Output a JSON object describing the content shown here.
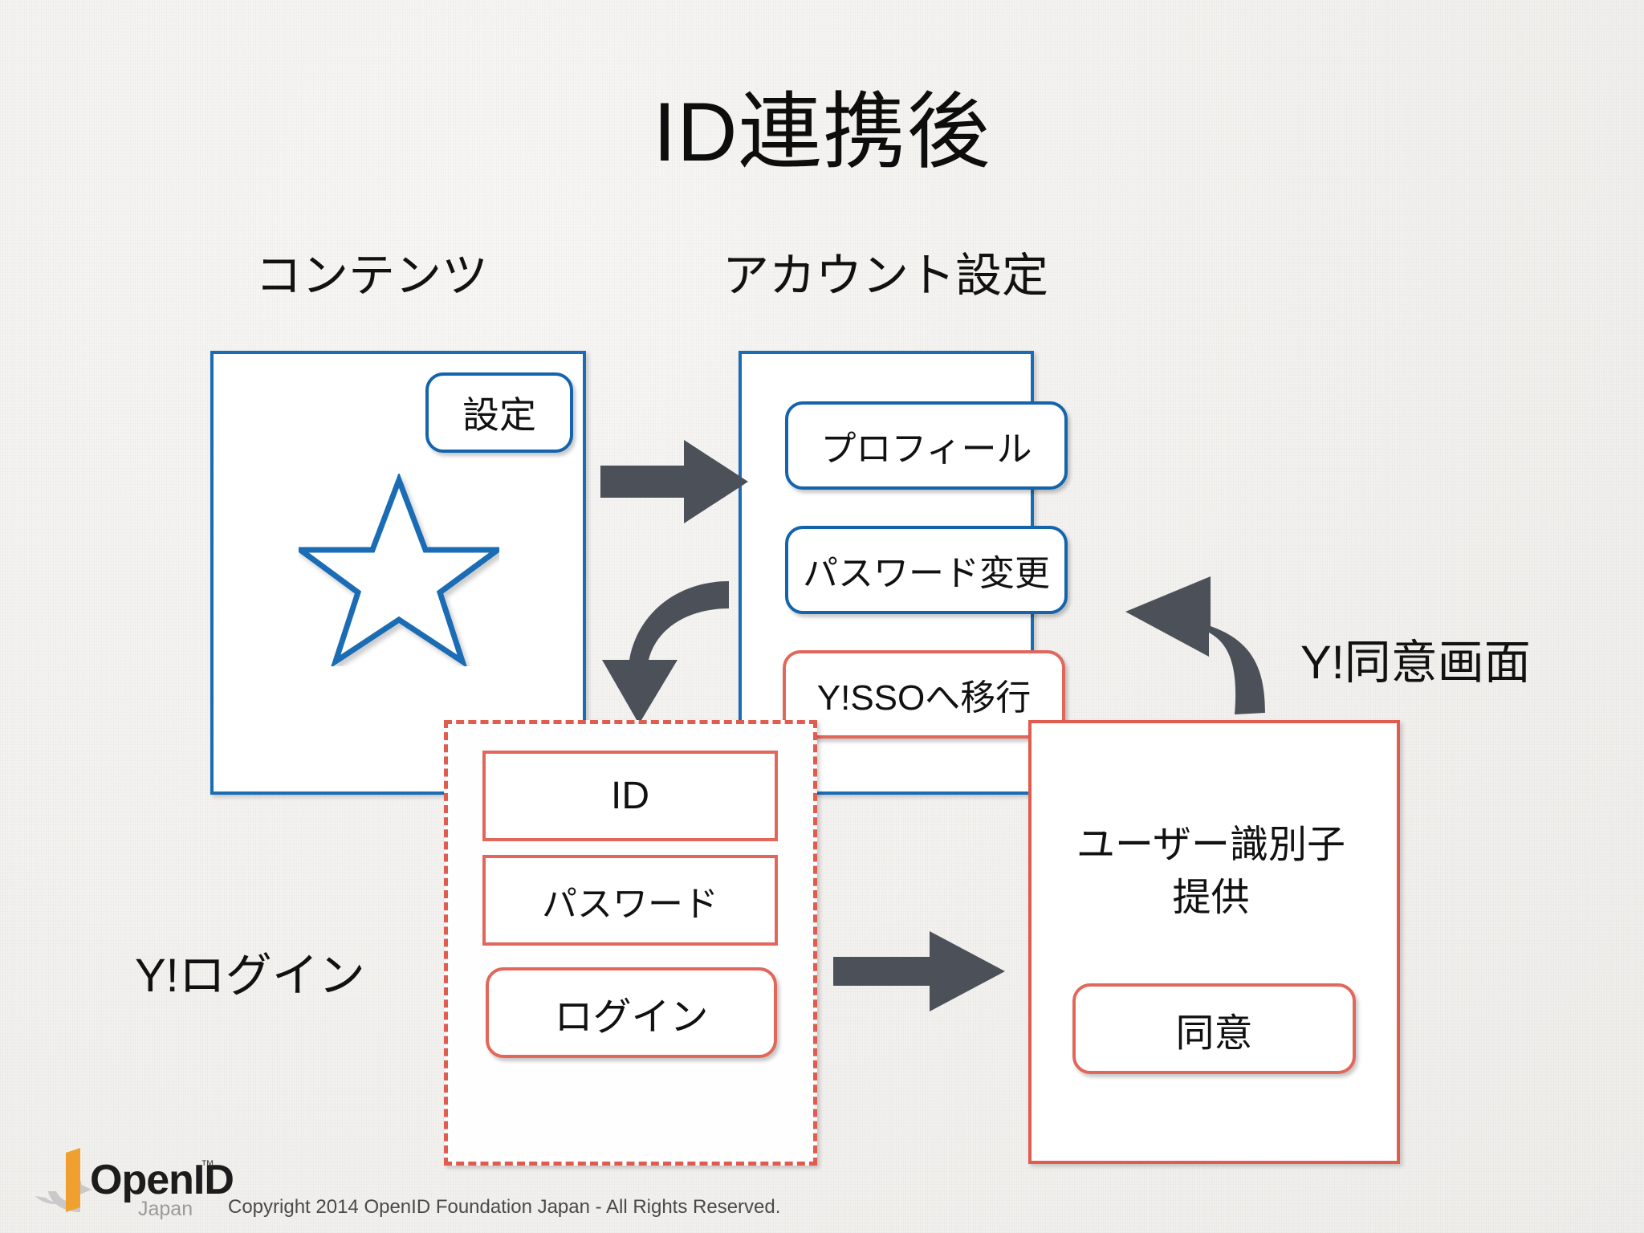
{
  "slide": {
    "title": "ID連携後",
    "background_color": "#f3f2f0"
  },
  "colors": {
    "blue": "#1464ad",
    "red": "#e2675b",
    "arrow_gray": "#4c5059",
    "text": "#111111"
  },
  "captions": {
    "contents": "コンテンツ",
    "account_settings": "アカウント設定",
    "yahoo_consent_screen": "Y!同意画面",
    "yahoo_login": "Y!ログイン"
  },
  "contents_panel": {
    "settings_button": "設定",
    "star_icon": "star-icon"
  },
  "account_panel": {
    "items": [
      {
        "label": "プロフィール",
        "color": "blue"
      },
      {
        "label": "パスワード変更",
        "color": "blue"
      },
      {
        "label": "Y!SSOへ移行",
        "color": "red"
      }
    ]
  },
  "login_panel": {
    "id_field": "ID",
    "password_field": "パスワード",
    "login_button": "ログイン"
  },
  "consent_panel": {
    "line1": "ユーザー識別子",
    "line2": "提供",
    "agree_button": "同意"
  },
  "arrows": [
    {
      "name": "arrow-to-account",
      "direction": "right"
    },
    {
      "name": "arrow-down-login",
      "direction": "curve-down-left"
    },
    {
      "name": "arrow-consent-back",
      "direction": "curve-up-left"
    },
    {
      "name": "arrow-login-consent",
      "direction": "right"
    }
  ],
  "footer": {
    "logo_text": "OpenID",
    "logo_tm": "™",
    "logo_sub": "Japan",
    "copyright": "Copyright  2014  OpenID Foundation Japan - All Rights Reserved."
  }
}
